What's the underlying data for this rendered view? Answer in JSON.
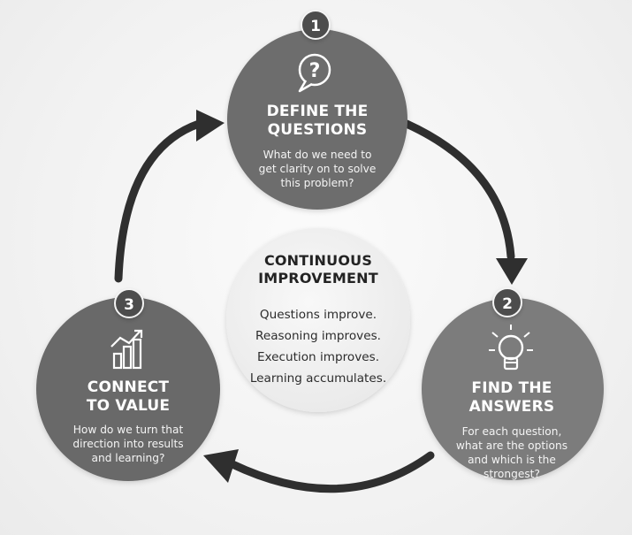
{
  "center": {
    "title_line1": "CONTINUOUS",
    "title_line2": "IMPROVEMENT",
    "lines": [
      "Questions improve.",
      "Reasoning improves.",
      "Execution improves.",
      "Learning accumulates."
    ]
  },
  "steps": [
    {
      "number": "1",
      "icon": "question-bubble-icon",
      "title_line1": "DEFINE THE",
      "title_line2": "QUESTIONS",
      "desc_lines": [
        "What do we need to",
        "get clarity on to solve",
        "this problem?"
      ]
    },
    {
      "number": "2",
      "icon": "lightbulb-icon",
      "title_line1": "FIND THE",
      "title_line2": "ANSWERS",
      "desc_lines": [
        "For each question,",
        "what are the options",
        "and which is the",
        "strongest?"
      ]
    },
    {
      "number": "3",
      "icon": "growth-chart-icon",
      "title_line1": "CONNECT",
      "title_line2": "TO VALUE",
      "desc_lines": [
        "How do we turn that",
        "direction into results",
        "and learning?"
      ]
    }
  ],
  "colors": {
    "step_1_fill": "#6d6d6d",
    "step_2_fill": "#7c7c7c",
    "step_3_fill": "#696969",
    "center_fill": "#ededed",
    "arrow": "#2f2f2f",
    "badge": "#4d4d4d"
  }
}
